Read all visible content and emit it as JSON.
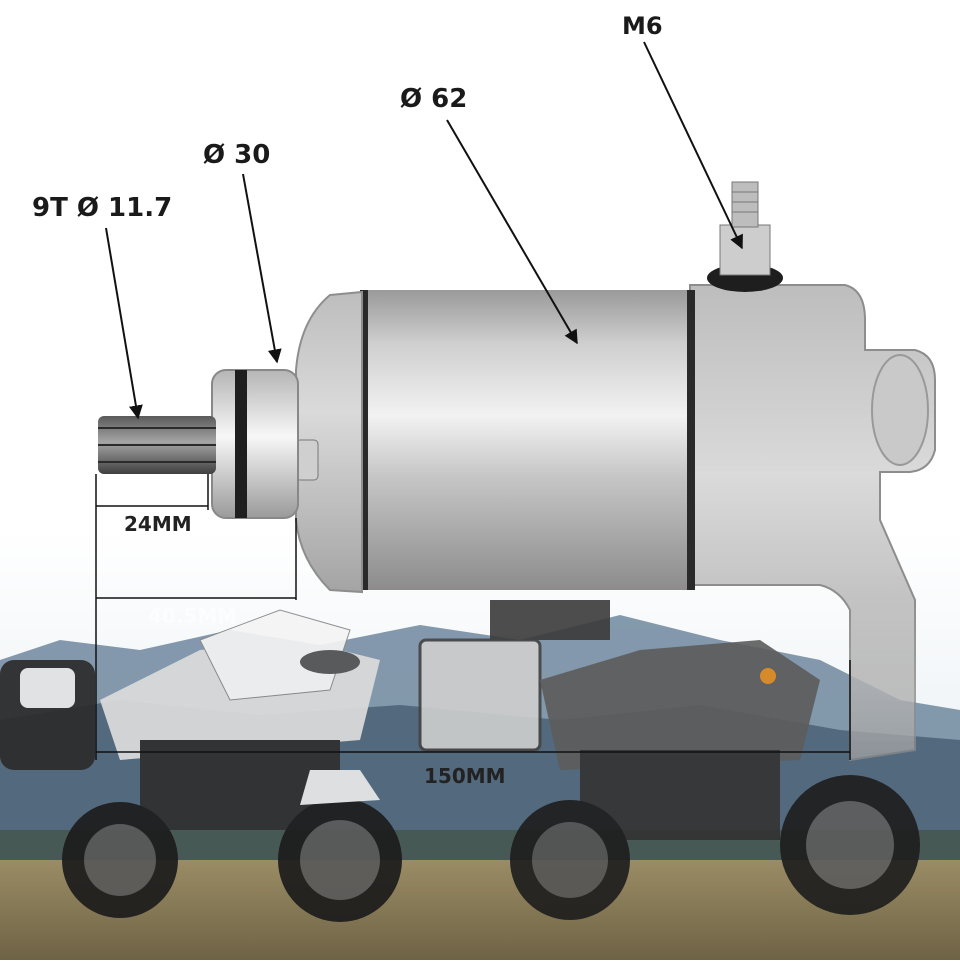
{
  "callouts": {
    "pinion": "9T Ø 11.7",
    "nose": "Ø 30",
    "body": "Ø 62",
    "terminal": "M6"
  },
  "dimensions": {
    "pinion_length": "24MM",
    "nose_length": "40.5MM",
    "overall_length": "150MM"
  },
  "colors": {
    "sky_top": "#ffffff",
    "sky_bottom": "#dfe8ee",
    "mountain": "#5f7a93",
    "ground": "#8a7a55",
    "metal_light": "#d9d9d9",
    "metal_dark": "#8f8f8f",
    "leader": "#111111"
  }
}
